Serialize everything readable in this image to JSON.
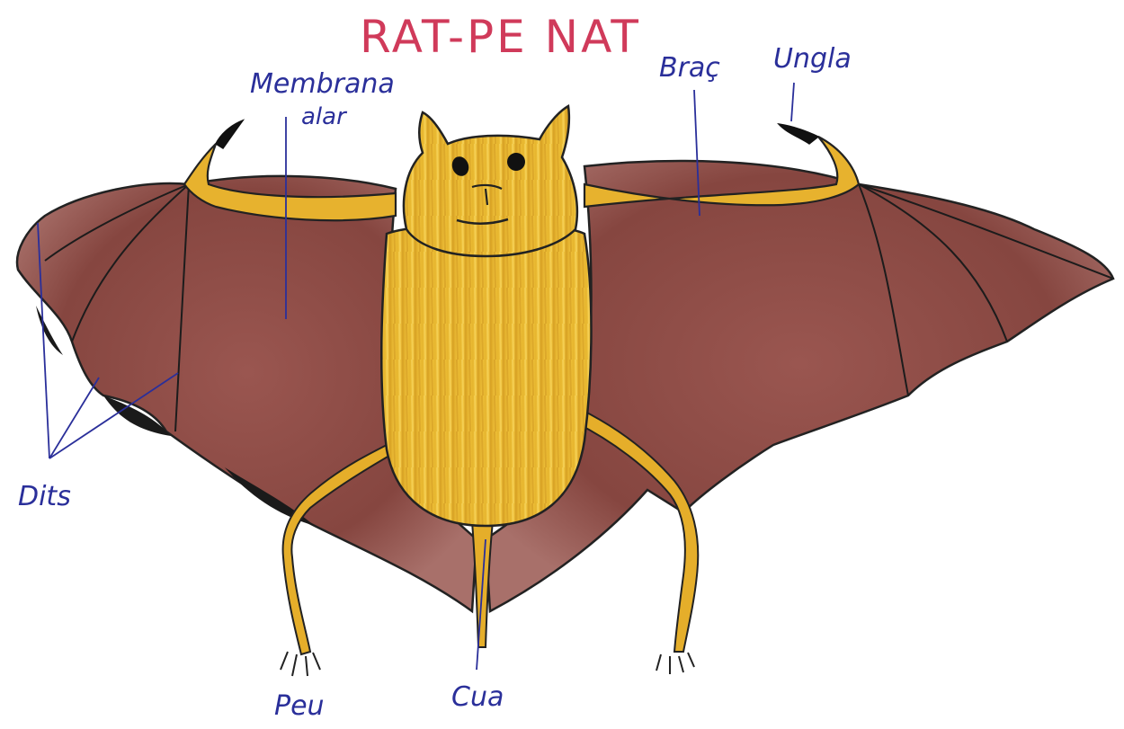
{
  "title": "RAT-PE NAT",
  "labels": {
    "membrana_line1": "Membrana",
    "membrana_line2": "alar",
    "braç": "Braç",
    "ungla": "Ungla",
    "dits": "Dits",
    "peu": "Peu",
    "cua": "Cua"
  },
  "colors": {
    "title": "#d03a5a",
    "label_ink": "#2a2f9a",
    "wing": "#8a4a44",
    "wing_light": "#b07a74",
    "body": "#e8b830",
    "body_dark": "#c99a20",
    "outline": "#222222"
  }
}
